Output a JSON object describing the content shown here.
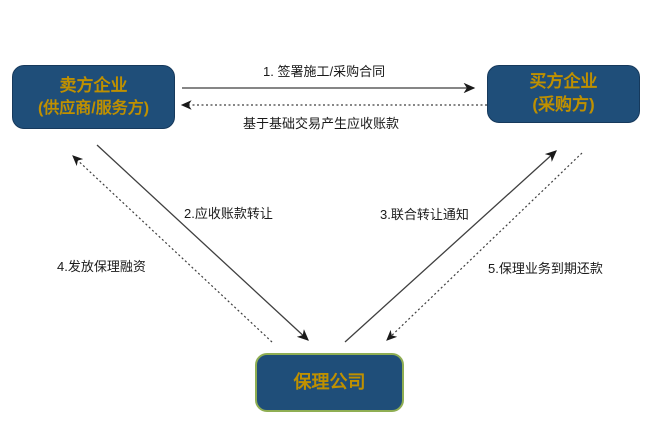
{
  "diagram": {
    "type": "flow-diagram",
    "topic": "factoring-business-process",
    "nodes": {
      "seller": {
        "line1": "卖方企业",
        "line2": "(供应商/服务方)"
      },
      "buyer": {
        "line1": "买方企业",
        "line2": "(采购方)"
      },
      "factor": {
        "label": "保理公司"
      }
    },
    "edges": [
      {
        "id": "sign-contract",
        "from": "seller",
        "to": "buyer",
        "style": "solid",
        "label": "1. 签署施工/采购合同"
      },
      {
        "id": "receivables-arise",
        "from": "buyer",
        "to": "seller",
        "style": "dashed",
        "label": "基于基础交易产生应收账款"
      },
      {
        "id": "receivables-transfer",
        "from": "seller",
        "to": "factor",
        "style": "solid",
        "label": "2.应收账款转让"
      },
      {
        "id": "joint-transfer-notice",
        "from": "factor",
        "to": "buyer",
        "style": "solid",
        "label": "3.联合转让通知"
      },
      {
        "id": "factoring-financing",
        "from": "factor",
        "to": "seller",
        "style": "dashed",
        "label": "4.发放保理融资"
      },
      {
        "id": "maturity-repayment",
        "from": "buyer",
        "to": "factor",
        "style": "dashed",
        "label": "5.保理业务到期还款"
      }
    ],
    "colors": {
      "node_fill": "#1F4E79",
      "node_text": "#BF9000",
      "factor_border": "#8FAE53",
      "arrow": "#3f3f3f",
      "background": "#ffffff"
    }
  }
}
